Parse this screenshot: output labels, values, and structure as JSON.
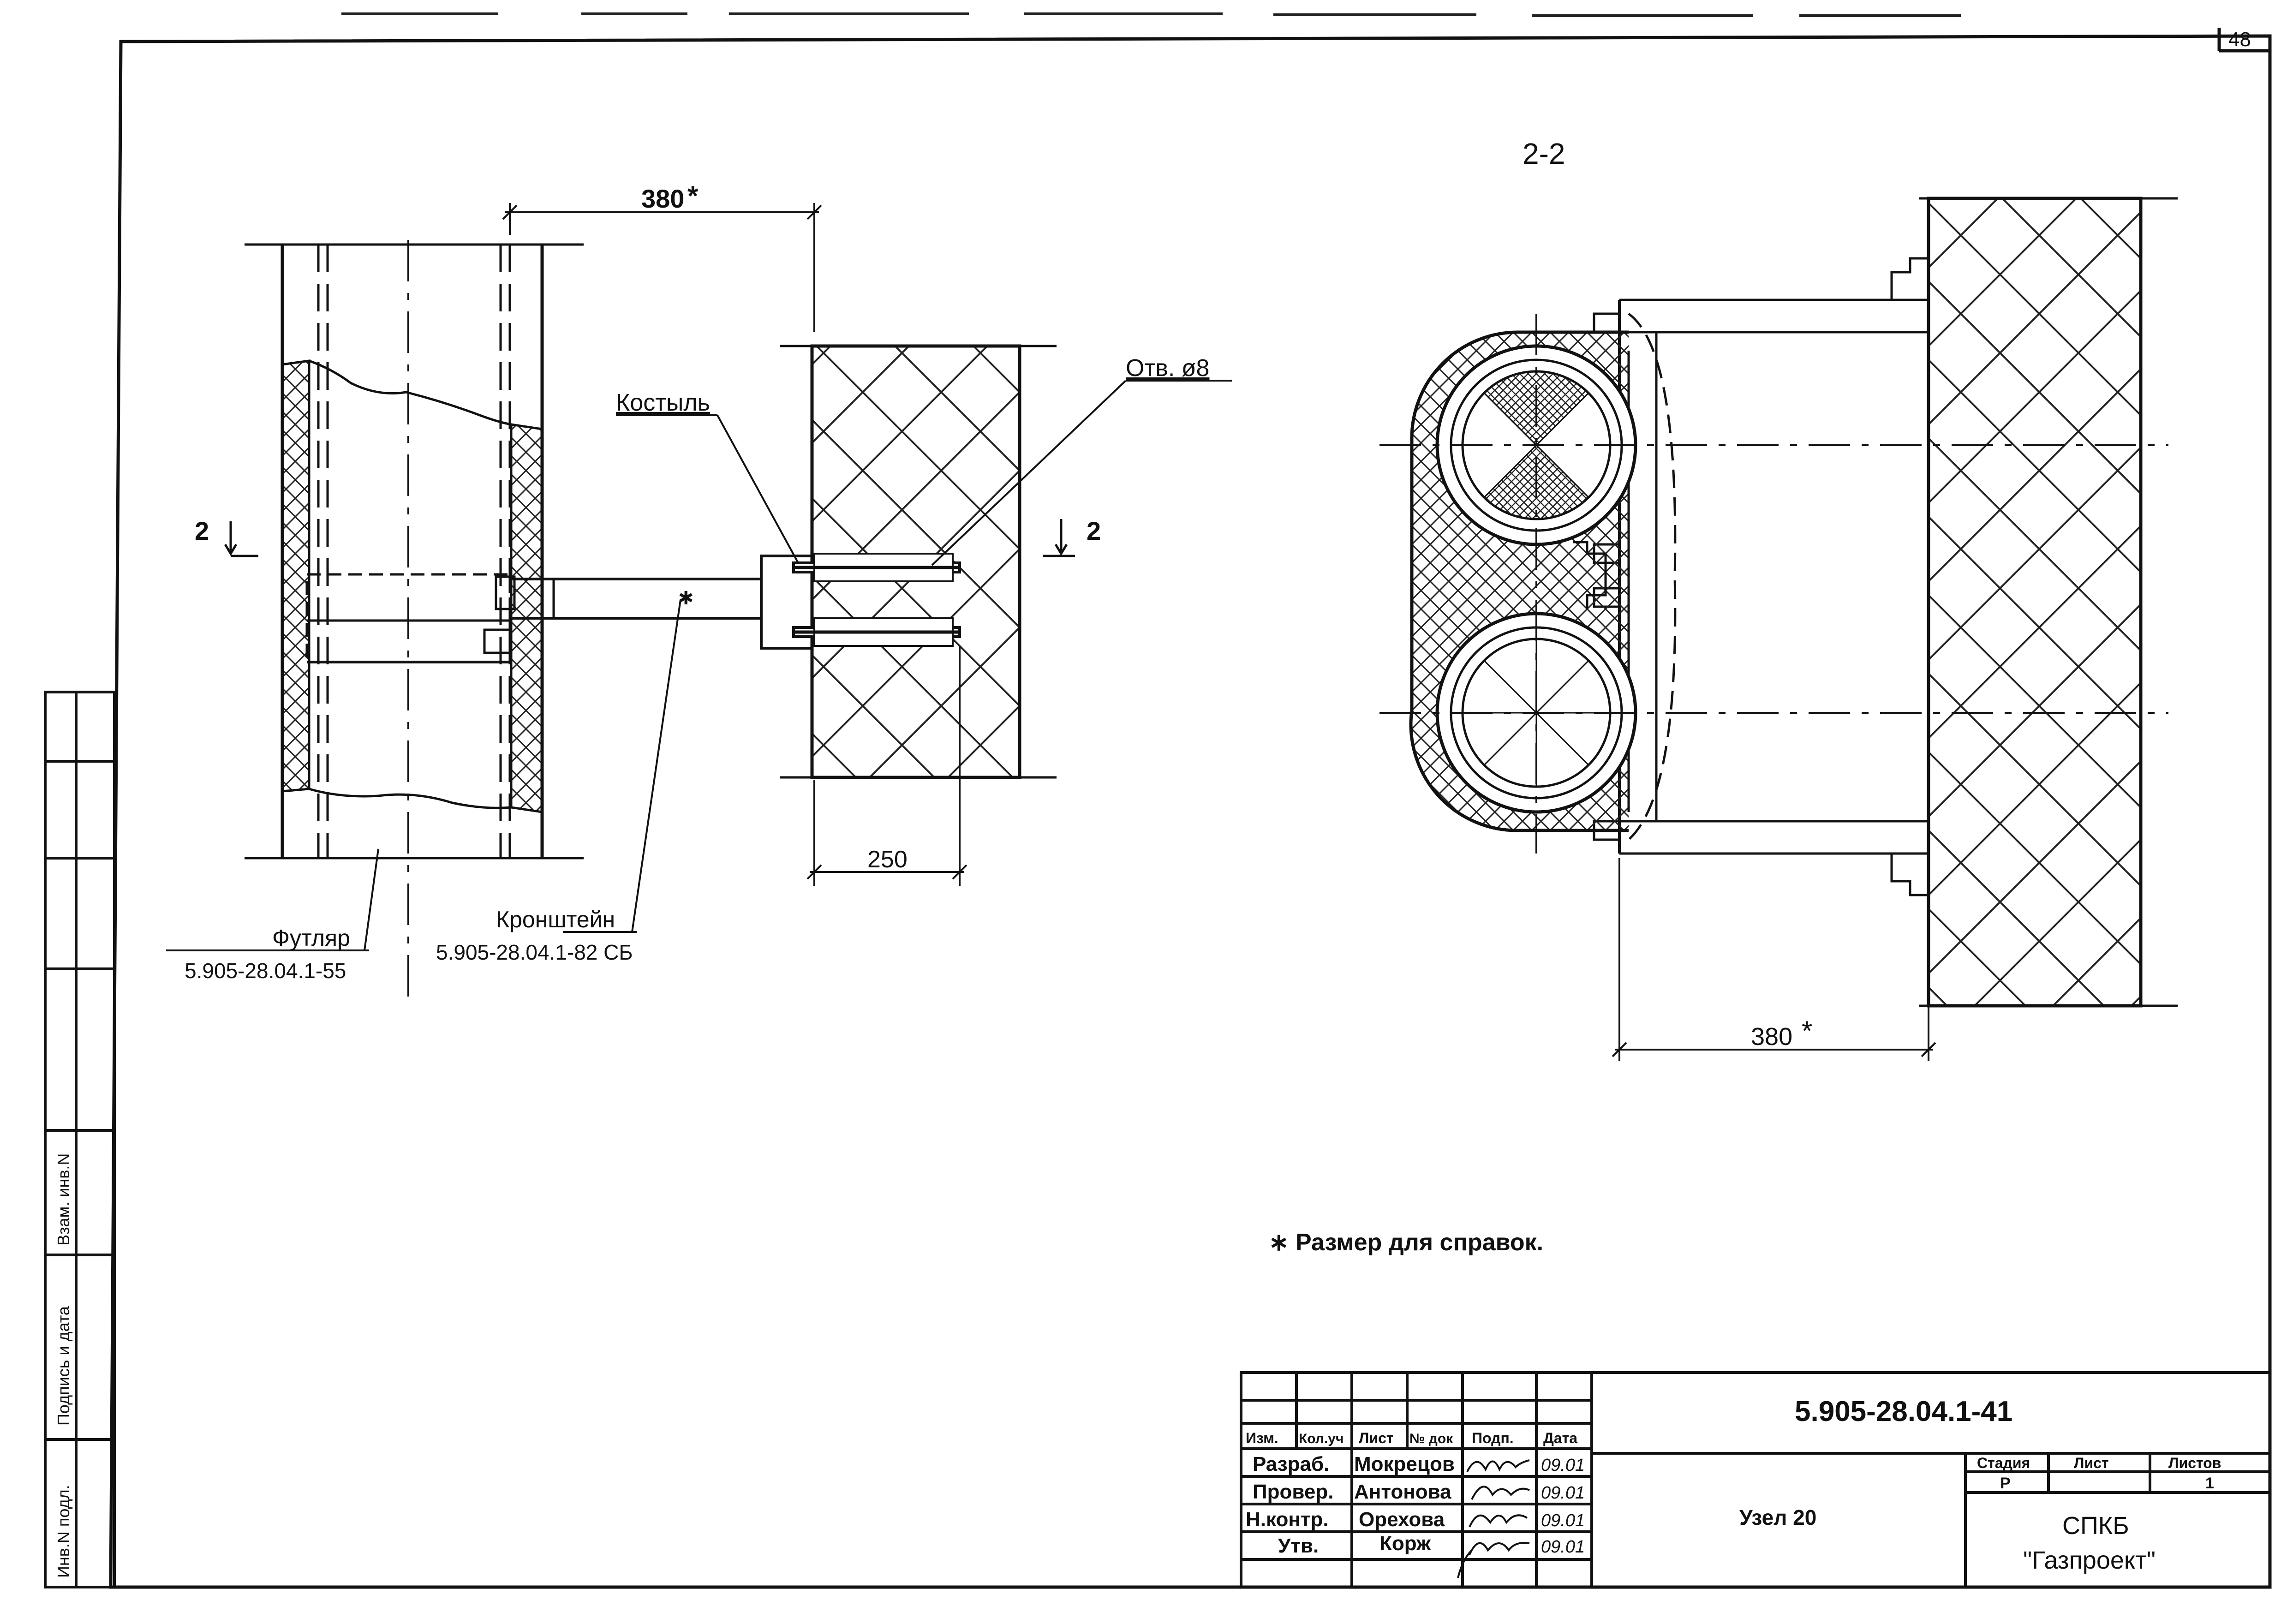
{
  "sheet": {
    "number": "48",
    "section_label": "2-2",
    "cut_mark": "2",
    "note": "∗ Размер для справок."
  },
  "left_view": {
    "dim_top": "380",
    "dim_top_star": "*",
    "dim_bottom": "250",
    "callout_crutch": "Костыль",
    "callout_hole": "Отв. ø8",
    "callout_case": "Футляр",
    "case_code": "5.905-28.04.1-55",
    "callout_bracket": "Кронштейн",
    "bracket_code": "5.905-28.04.1-82 СБ"
  },
  "right_view": {
    "dim_bottom": "380",
    "dim_bottom_star": "*"
  },
  "side_stamp": {
    "fields": [
      "Взам. инв.N",
      "Подпись и дата",
      "Инв.N подл."
    ]
  },
  "title_block": {
    "doc_code": "5.905-28.04.1-41",
    "headers": [
      "Изм.",
      "Кол.уч",
      "Лист",
      "№ док",
      "Подп.",
      "Дата"
    ],
    "rows": [
      {
        "role": "Разраб.",
        "name": "Мокрецов",
        "date": "09.01"
      },
      {
        "role": "Провер.",
        "name": "Антонова",
        "date": "09.01"
      },
      {
        "role": "Н.контр.",
        "name": "Орехова",
        "date": "09.01"
      },
      {
        "role": "Утв.",
        "name": "Корж",
        "date": "09.01"
      }
    ],
    "name": "Узел 20",
    "stage_headers": [
      "Стадия",
      "Лист",
      "Листов"
    ],
    "stage_values": [
      "Р",
      "",
      "1"
    ],
    "org_line1": "СПКБ",
    "org_line2": "\"Газпроект\""
  }
}
